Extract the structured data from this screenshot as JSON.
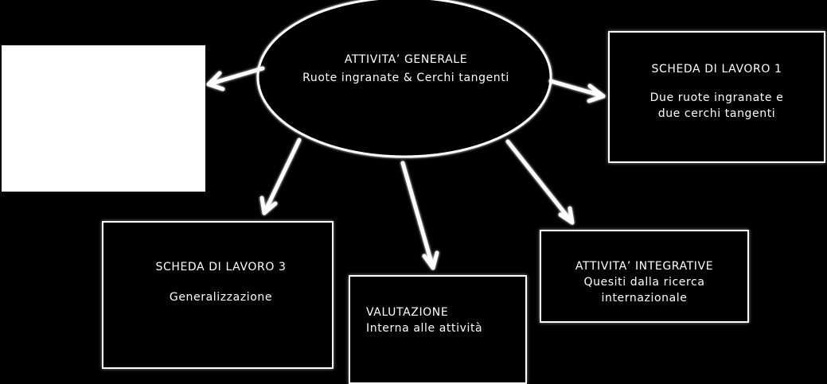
{
  "center": {
    "title": "ATTIVITA’ GENERALE",
    "subtitle": "Ruote ingranate & Cerchi tangenti"
  },
  "scheda1": {
    "title": "SCHEDA DI LAVORO 1",
    "line1": "Due ruote ingranate  e",
    "line2": "due cerchi tangenti"
  },
  "scheda3": {
    "title": "SCHEDA DI LAVORO 3",
    "line1": "Generalizzazione"
  },
  "valutazione": {
    "title": "VALUTAZIONE",
    "line1": "Interna alle attività"
  },
  "integrative": {
    "title": "ATTIVITA’ INTEGRATIVE",
    "line1": "Quesiti dalla ricerca",
    "line2": "internazionale"
  },
  "colors": {
    "background": "#000000",
    "stroke": "#ffffff"
  }
}
